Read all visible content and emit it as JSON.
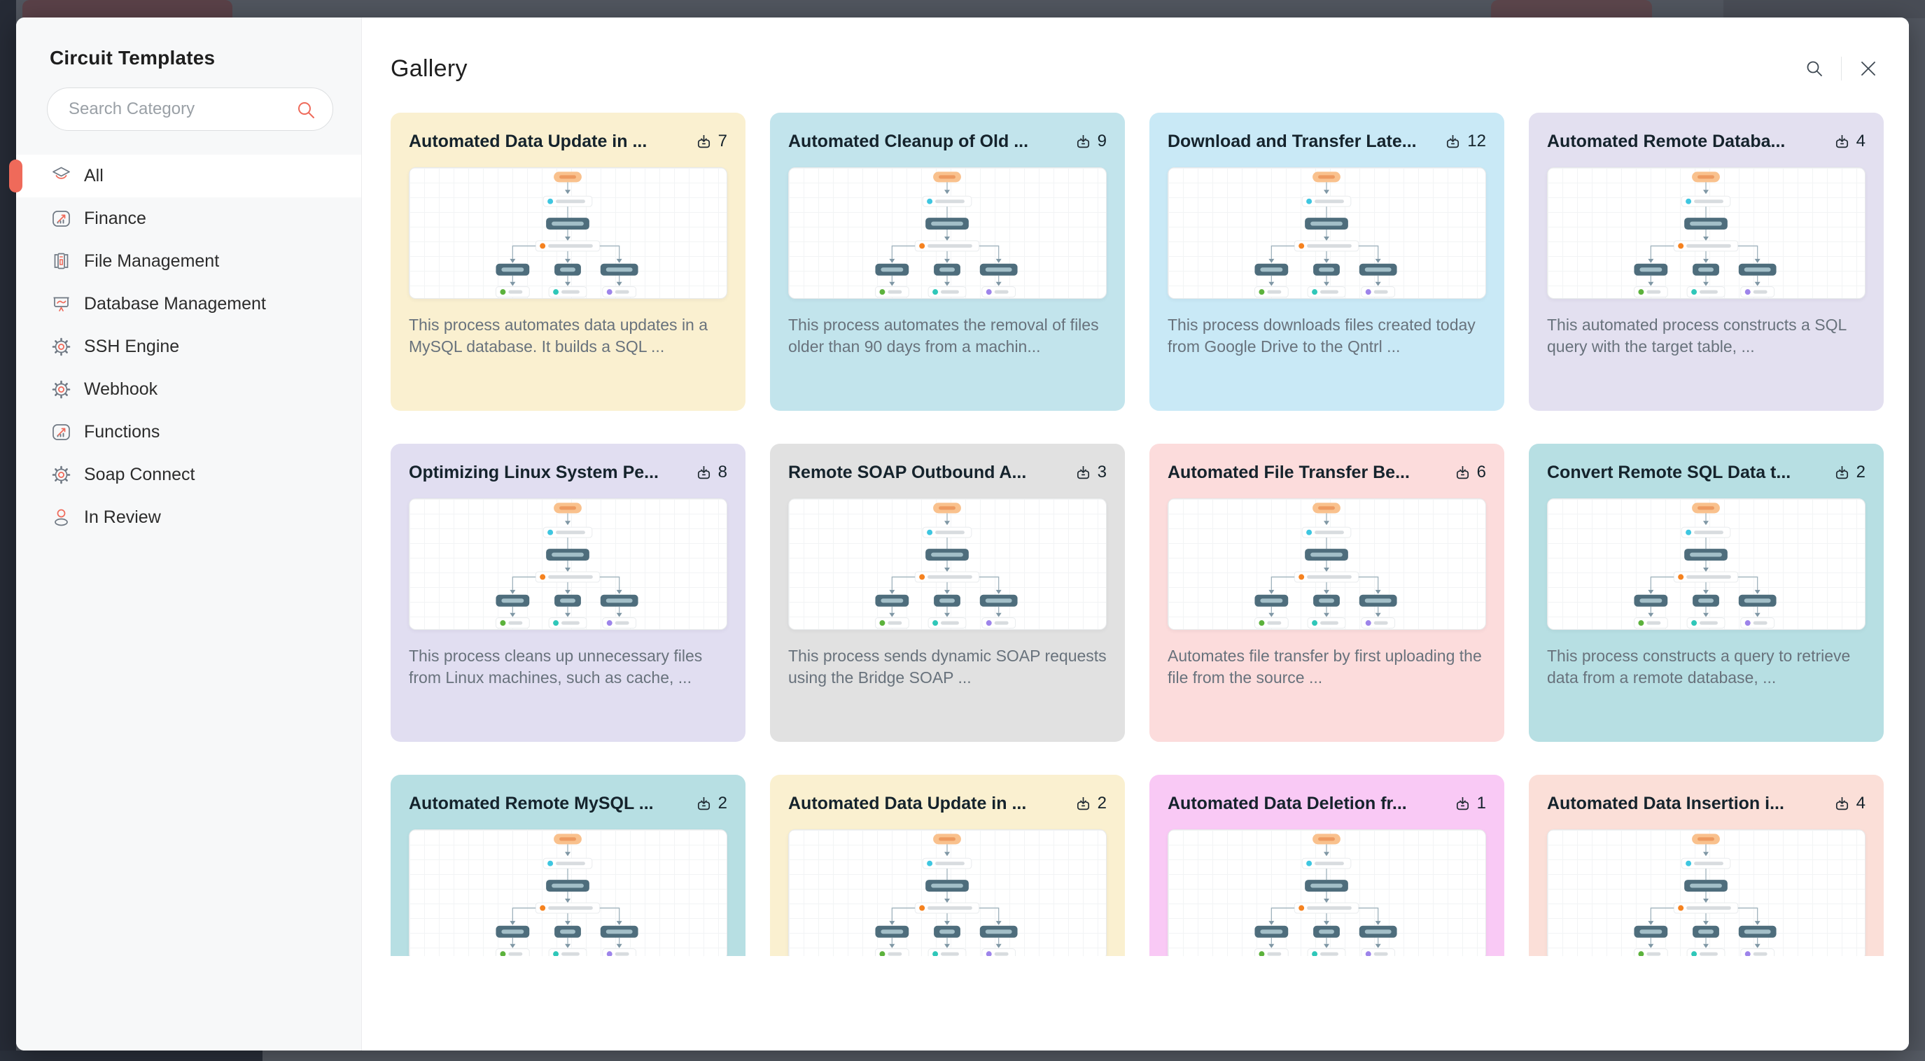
{
  "colors": {
    "accent_red": "#ef6a5a",
    "backdrop": "#51565f",
    "sidebar_bg": "#f7f8f9",
    "flow_dark_node": "#4e6d7c",
    "flow_orange_pill": "#f9c18d"
  },
  "sidebar": {
    "title": "Circuit Templates",
    "search": {
      "placeholder": "Search Category",
      "icon": "search-icon"
    },
    "items": [
      {
        "label": "All",
        "icon": "all-icon",
        "active": true
      },
      {
        "label": "Finance",
        "icon": "chart-icon",
        "active": false
      },
      {
        "label": "File Management",
        "icon": "files-icon",
        "active": false
      },
      {
        "label": "Database Management",
        "icon": "board-icon",
        "active": false
      },
      {
        "label": "SSH Engine",
        "icon": "gear-icon",
        "active": false
      },
      {
        "label": "Webhook",
        "icon": "gear-icon",
        "active": false
      },
      {
        "label": "Functions",
        "icon": "chart-icon",
        "active": false
      },
      {
        "label": "Soap Connect",
        "icon": "gear-icon",
        "active": false
      },
      {
        "label": "In Review",
        "icon": "person-icon",
        "active": false
      }
    ]
  },
  "header": {
    "title": "Gallery",
    "search_icon": "search-icon",
    "close_icon": "close-icon"
  },
  "cards": [
    {
      "title": "Automated Data Update in ...",
      "downloads": "7",
      "bg": "#faf0d0",
      "description": "This process automates data updates in a MySQL database. It builds a SQL ..."
    },
    {
      "title": "Automated Cleanup of Old ...",
      "downloads": "9",
      "bg": "#c2e4ec",
      "description": "This process automates the removal of files older than 90 days from a machin..."
    },
    {
      "title": "Download and Transfer Late...",
      "downloads": "12",
      "bg": "#c9e9f6",
      "description": "This process downloads files created today from Google Drive to the Qntrl ..."
    },
    {
      "title": "Automated Remote Databa...",
      "downloads": "4",
      "bg": "#e3e0f0",
      "description": "This automated process constructs a SQL query with the target table, ..."
    },
    {
      "title": "Optimizing Linux System Pe...",
      "downloads": "8",
      "bg": "#e1def1",
      "description": "This process cleans up unnecessary files from Linux machines, such as cache, ..."
    },
    {
      "title": "Remote SOAP Outbound A...",
      "downloads": "3",
      "bg": "#e1e1e1",
      "description": "This process sends dynamic SOAP requests using the Bridge SOAP ..."
    },
    {
      "title": "Automated File Transfer Be...",
      "downloads": "6",
      "bg": "#fcdcdc",
      "description": "Automates file transfer by first uploading the file from the source ..."
    },
    {
      "title": "Convert Remote SQL Data t...",
      "downloads": "2",
      "bg": "#b7dfe3",
      "description": "This process constructs a query to retrieve data from a remote database, ..."
    },
    {
      "title": "Automated Remote MySQL ...",
      "downloads": "2",
      "bg": "#b7dfe3",
      "description": ""
    },
    {
      "title": "Automated Data Update in ...",
      "downloads": "2",
      "bg": "#faf0d0",
      "description": ""
    },
    {
      "title": "Automated Data Deletion fr...",
      "downloads": "1",
      "bg": "#f9c9f5",
      "description": ""
    },
    {
      "title": "Automated Data Insertion i...",
      "downloads": "4",
      "bg": "#fbdfd8",
      "description": ""
    }
  ]
}
